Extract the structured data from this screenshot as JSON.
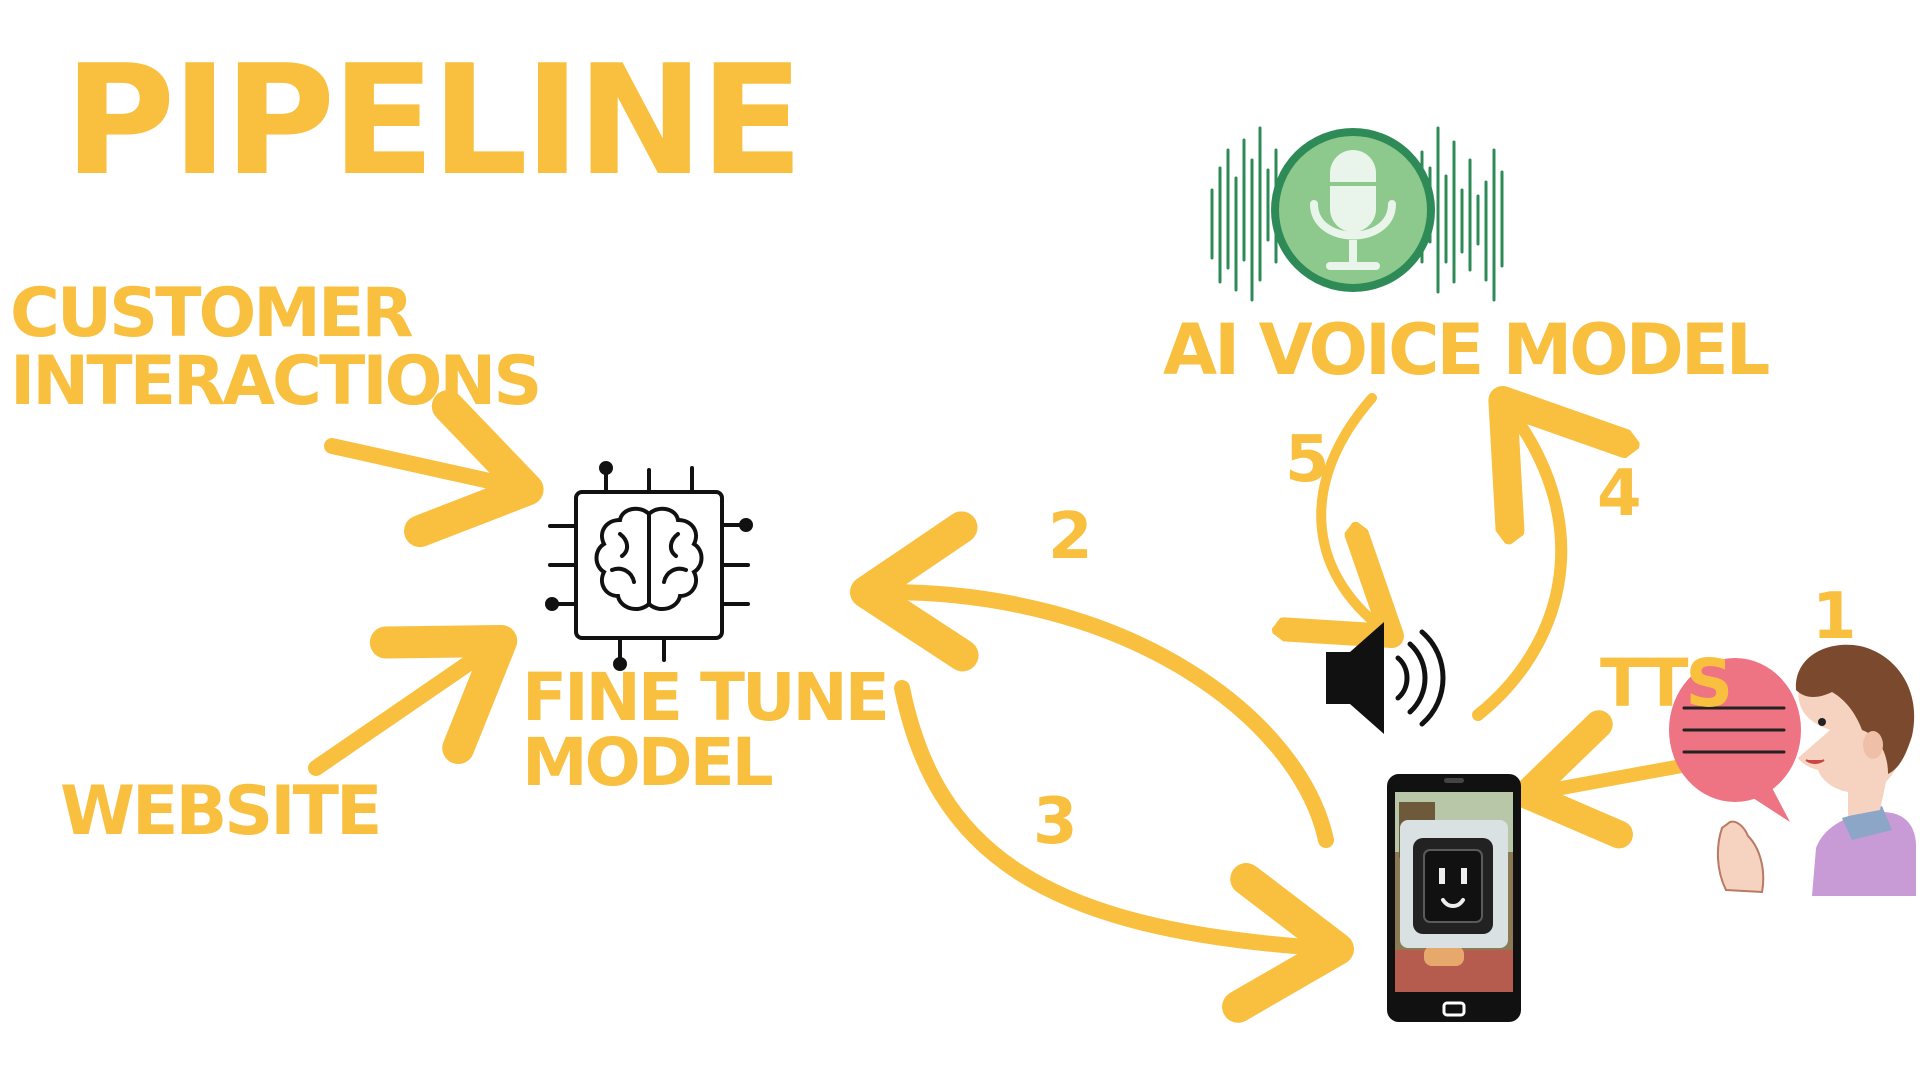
{
  "title": "PIPELINE",
  "sources": {
    "customer_line1": "CUSTOMER",
    "customer_line2": "INTERACTIONS",
    "website": "WEBSITE"
  },
  "model": {
    "line1": "FINE TUNE",
    "line2": "MODEL"
  },
  "voice_model": "AI VOICE MODEL",
  "tts": "TTS",
  "steps": [
    "1",
    "2",
    "3",
    "4",
    "5"
  ],
  "icons": [
    "ai-brain-chip-icon",
    "microphone-soundwave-icon",
    "speaker-icon",
    "smartphone-icon",
    "person-speaking-icon",
    "speech-bubble-icon"
  ],
  "colors": {
    "accent": "#F9BF3F",
    "mic_green": "#2E8B57",
    "mic_light": "#8DC88C",
    "bubble": "#EE7383",
    "dark": "#111111"
  }
}
